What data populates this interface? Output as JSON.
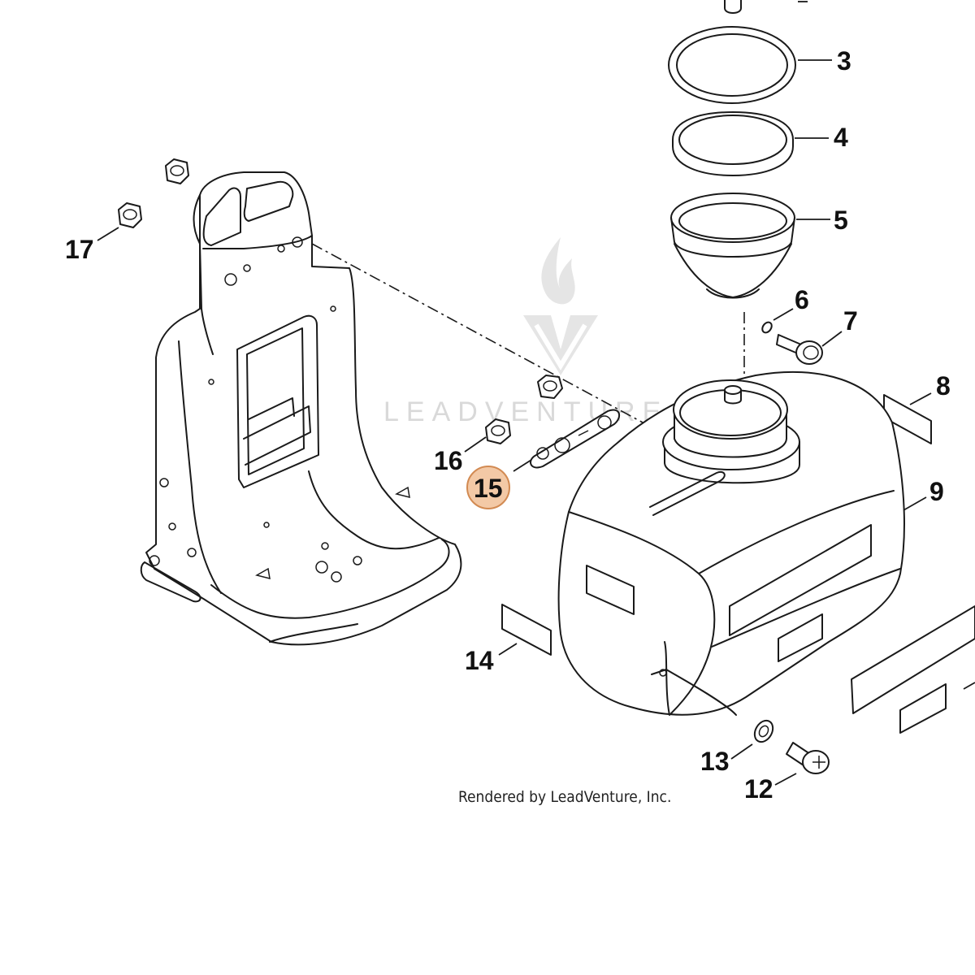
{
  "diagram": {
    "watermark": {
      "text": "LEADVENTURE",
      "color": "#d9d9d9"
    },
    "credit": "Rendered by LeadVenture, Inc.",
    "highlight": {
      "part": "15",
      "fill": "#f3c9a6",
      "stroke": "#d28a52"
    },
    "part_labels": [
      "3",
      "4",
      "5",
      "6",
      "7",
      "8",
      "9",
      "12",
      "13",
      "14",
      "15",
      "16",
      "17"
    ]
  }
}
